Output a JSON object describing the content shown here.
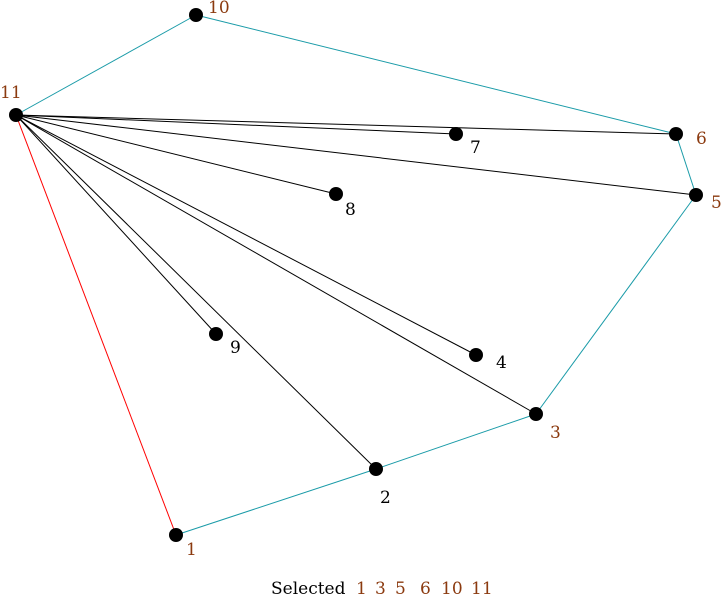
{
  "nodes": [
    {
      "id": "1",
      "label": "1",
      "selected": true
    },
    {
      "id": "2",
      "label": "2",
      "selected": false
    },
    {
      "id": "3",
      "label": "3",
      "selected": true
    },
    {
      "id": "4",
      "label": "4",
      "selected": false
    },
    {
      "id": "5",
      "label": "5",
      "selected": true
    },
    {
      "id": "6",
      "label": "6",
      "selected": true
    },
    {
      "id": "7",
      "label": "7",
      "selected": false
    },
    {
      "id": "8",
      "label": "8",
      "selected": false
    },
    {
      "id": "9",
      "label": "9",
      "selected": false
    },
    {
      "id": "10",
      "label": "10",
      "selected": true
    },
    {
      "id": "11",
      "label": "11",
      "selected": true
    }
  ],
  "edges": [
    {
      "from": "1",
      "to": "2",
      "type": "hull"
    },
    {
      "from": "2",
      "to": "3",
      "type": "hull"
    },
    {
      "from": "3",
      "to": "5",
      "type": "hull"
    },
    {
      "from": "5",
      "to": "6",
      "type": "hull"
    },
    {
      "from": "6",
      "to": "10",
      "type": "hull"
    },
    {
      "from": "10",
      "to": "11",
      "type": "hull"
    },
    {
      "from": "11",
      "to": "1",
      "type": "current"
    },
    {
      "from": "11",
      "to": "7",
      "type": "scan"
    },
    {
      "from": "11",
      "to": "6",
      "type": "scan"
    },
    {
      "from": "11",
      "to": "5",
      "type": "scan"
    },
    {
      "from": "11",
      "to": "8",
      "type": "scan"
    },
    {
      "from": "11",
      "to": "4",
      "type": "scan"
    },
    {
      "from": "11",
      "to": "3",
      "type": "scan"
    },
    {
      "from": "11",
      "to": "9",
      "type": "scan"
    },
    {
      "from": "11",
      "to": "2",
      "type": "scan"
    }
  ],
  "colors": {
    "hull": "#1a9ba8",
    "current": "#ff0000",
    "scan": "#000000",
    "selected_label": "#8b3a0f",
    "label": "#000000"
  },
  "status": {
    "label": "Selected",
    "values": [
      "1",
      "3",
      "5",
      "6",
      "10",
      "11"
    ]
  }
}
